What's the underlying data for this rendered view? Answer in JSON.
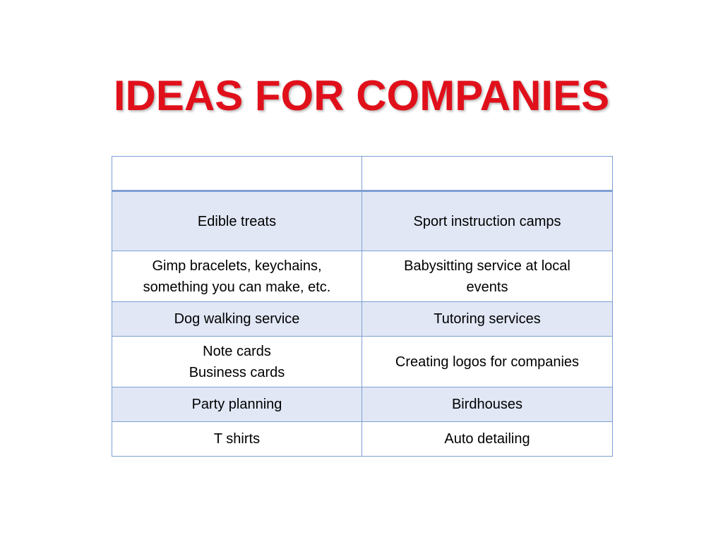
{
  "slide": {
    "title": "IDEAS FOR COMPANIES"
  },
  "table": {
    "header": [
      "",
      ""
    ],
    "rows": [
      {
        "left": [
          "Edible treats"
        ],
        "right": [
          "Sport instruction camps"
        ]
      },
      {
        "left": [
          "Gimp bracelets, keychains,",
          "something you can make, etc."
        ],
        "right": [
          "Babysitting service at local",
          "events"
        ]
      },
      {
        "left": [
          "Dog walking service"
        ],
        "right": [
          "Tutoring services"
        ]
      },
      {
        "left": [
          "Note cards",
          "Business cards"
        ],
        "right": [
          "Creating logos for companies"
        ]
      },
      {
        "left": [
          "Party planning"
        ],
        "right": [
          "Birdhouses"
        ]
      },
      {
        "left": [
          "T shirts"
        ],
        "right": [
          "Auto detailing"
        ]
      }
    ]
  },
  "colors": {
    "title": "#e0101b",
    "border": "#7f9fd3",
    "band": "#e1e7f5"
  }
}
